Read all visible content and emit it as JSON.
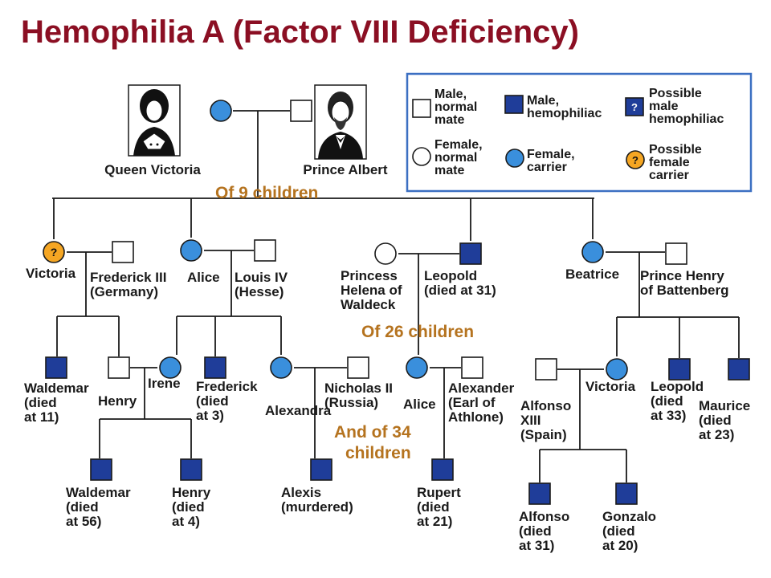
{
  "title": "Hemophilia A (Factor VIII Deficiency)",
  "colors": {
    "title": "#8b0f23",
    "line": "#1a1a1a",
    "affected_male": "#1f3d99",
    "carrier_female": "#3a8fdc",
    "possible_carrier": "#f5a623",
    "group_label": "#b5731f",
    "legend_border": "#3b6fc2",
    "text": "#1a1a1a"
  },
  "legend": [
    {
      "key": "male_normal",
      "label": [
        "Male,",
        "normal",
        "mate"
      ]
    },
    {
      "key": "male_affected",
      "label": [
        "Male,",
        "hemophiliac"
      ]
    },
    {
      "key": "male_possible",
      "label": [
        "Possible",
        "male",
        "hemophiliac"
      ],
      "glyph": "?"
    },
    {
      "key": "female_normal",
      "label": [
        "Female,",
        "normal",
        "mate"
      ]
    },
    {
      "key": "female_carrier",
      "label": [
        "Female,",
        "carrier"
      ]
    },
    {
      "key": "female_possible",
      "label": [
        "Possible",
        "female",
        "carrier"
      ],
      "glyph": "?"
    }
  ],
  "group_labels": [
    "Of 9 children",
    "Of 26 children",
    "And of 34",
    "children"
  ],
  "people": [
    {
      "id": "queen-victoria",
      "status": "female_carrier",
      "label": [
        "Queen Victoria"
      ]
    },
    {
      "id": "prince-albert",
      "status": "male_normal",
      "label": [
        "Prince Albert"
      ]
    },
    {
      "id": "victoria",
      "status": "female_possible",
      "label": [
        "Victoria"
      ]
    },
    {
      "id": "frederick-iii",
      "status": "male_normal",
      "label": [
        "Frederick III",
        "(Germany)"
      ]
    },
    {
      "id": "alice",
      "status": "female_carrier",
      "label": [
        "Alice"
      ]
    },
    {
      "id": "louis-iv",
      "status": "male_normal",
      "label": [
        "Louis IV",
        "(Hesse)"
      ]
    },
    {
      "id": "princess-helena",
      "status": "female_normal",
      "label": [
        "Princess",
        "Helena of",
        "Waldeck"
      ]
    },
    {
      "id": "leopold",
      "status": "male_affected",
      "label": [
        "Leopold",
        "(died at 31)"
      ]
    },
    {
      "id": "beatrice",
      "status": "female_carrier",
      "label": [
        "Beatrice"
      ]
    },
    {
      "id": "prince-henry",
      "status": "male_normal",
      "label": [
        "Prince Henry",
        "of Battenberg"
      ]
    },
    {
      "id": "waldemar",
      "status": "male_affected",
      "label": [
        "Waldemar",
        "(died",
        "at 11)"
      ]
    },
    {
      "id": "henry-prussia",
      "status": "male_normal",
      "label": [
        "Henry"
      ]
    },
    {
      "id": "irene",
      "status": "female_carrier",
      "label": [
        "Irene"
      ]
    },
    {
      "id": "frederick-hesse",
      "status": "male_affected",
      "label": [
        "Frederick",
        "(died",
        "at 3)"
      ]
    },
    {
      "id": "alexandra",
      "status": "female_carrier",
      "label": [
        "Alexandra"
      ]
    },
    {
      "id": "nicholas-ii",
      "status": "male_normal",
      "label": [
        "Nicholas II",
        "(Russia)"
      ]
    },
    {
      "id": "alice-albany",
      "status": "female_carrier",
      "label": [
        "Alice"
      ]
    },
    {
      "id": "alexander",
      "status": "male_normal",
      "label": [
        "Alexander",
        "(Earl of",
        "Athlone)"
      ]
    },
    {
      "id": "alfonso-xiii",
      "status": "male_normal",
      "label": [
        "Alfonso",
        "XIII",
        "(Spain)"
      ]
    },
    {
      "id": "victoria-eugenie",
      "status": "female_carrier",
      "label": [
        "Victoria"
      ]
    },
    {
      "id": "leopold-battenberg",
      "status": "male_affected",
      "label": [
        "Leopold",
        "(died",
        "at 33)"
      ]
    },
    {
      "id": "maurice",
      "status": "male_affected",
      "label": [
        "Maurice",
        "(died",
        "at 23)"
      ]
    },
    {
      "id": "waldemar-prussia",
      "status": "male_affected",
      "label": [
        "Waldemar",
        "(died",
        "at 56)"
      ]
    },
    {
      "id": "henry-prussia-jr",
      "status": "male_affected",
      "label": [
        "Henry",
        "(died",
        "at 4)"
      ]
    },
    {
      "id": "alexis",
      "status": "male_affected",
      "label": [
        "Alexis",
        "(murdered)"
      ]
    },
    {
      "id": "rupert",
      "status": "male_affected",
      "label": [
        "Rupert",
        "(died",
        "at 21)"
      ]
    },
    {
      "id": "alfonso",
      "status": "male_affected",
      "label": [
        "Alfonso",
        "(died",
        "at 31)"
      ]
    },
    {
      "id": "gonzalo",
      "status": "male_affected",
      "label": [
        "Gonzalo",
        "(died",
        "at 20)"
      ]
    }
  ]
}
